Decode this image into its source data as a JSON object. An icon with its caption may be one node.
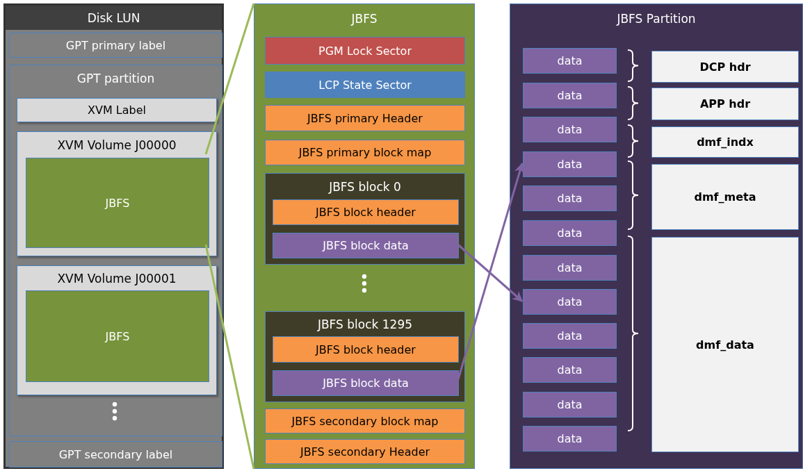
{
  "diagram": {
    "nodes": [
      {
        "text": [
          "Disk LUN"
        ]
      },
      {
        "text": [
          "GPT primary label"
        ],
        "in": 0
      },
      {
        "text": [
          "GPT partition"
        ],
        "in": 0
      },
      {
        "text": [
          "XVM Label"
        ],
        "in": 2
      },
      {
        "text": [
          "XVM Volume J00000"
        ],
        "in": 2
      },
      {
        "text": [
          "JBFS"
        ],
        "in": 4
      },
      {
        "text": [
          "XVM Volume J00001"
        ],
        "in": 2
      },
      {
        "text": [
          "JBFS"
        ],
        "in": 6
      },
      {
        "text": [
          "GPT secondary label"
        ],
        "in": 0
      },
      {
        "text": [
          "JBFS"
        ]
      },
      {
        "text": [
          "PGM Lock Sector"
        ],
        "in": 9
      },
      {
        "text": [
          "LCP State Sector"
        ],
        "in": 9
      },
      {
        "text": [
          "JBFS primary Header"
        ],
        "in": 9
      },
      {
        "text": [
          "JBFS primary block map"
        ],
        "in": 9
      },
      {
        "text": [
          "JBFS block 0"
        ],
        "in": 9
      },
      {
        "text": [
          "JBFS block header"
        ],
        "in": 14
      },
      {
        "text": [
          "JBFS block data"
        ],
        "in": 14
      },
      {
        "text": [
          "JBFS block 1295"
        ],
        "in": 9
      },
      {
        "text": [
          "JBFS block header"
        ],
        "in": 17
      },
      {
        "text": [
          "JBFS block data"
        ],
        "in": 17
      },
      {
        "text": [
          "JBFS secondary block map"
        ],
        "in": 9
      },
      {
        "text": [
          "JBFS secondary Header"
        ],
        "in": 9
      },
      {
        "text": [
          "JBFS Partition"
        ]
      },
      {
        "text": [
          "data"
        ],
        "in": 22
      },
      {
        "text": [
          "data"
        ],
        "in": 22
      },
      {
        "text": [
          "data"
        ],
        "in": 22
      },
      {
        "text": [
          "data"
        ],
        "in": 22
      },
      {
        "text": [
          "data"
        ],
        "in": 22
      },
      {
        "text": [
          "data"
        ],
        "in": 22
      },
      {
        "text": [
          "data"
        ],
        "in": 22
      },
      {
        "text": [
          "data"
        ],
        "in": 22
      },
      {
        "text": [
          "data"
        ],
        "in": 22
      },
      {
        "text": [
          "data"
        ],
        "in": 22
      },
      {
        "text": [
          "data"
        ],
        "in": 22
      },
      {
        "text": [
          "data"
        ],
        "in": 22
      },
      {
        "text": [
          "DCP hdr"
        ],
        "in": 22
      },
      {
        "text": [
          "APP hdr"
        ],
        "in": 22
      },
      {
        "text": [
          "dmf_indx"
        ],
        "in": 22
      },
      {
        "text": [
          "dmf_meta"
        ],
        "in": 22
      },
      {
        "text": [
          "dmf_data"
        ],
        "in": 22
      }
    ],
    "edges": [
      {
        "from": 5,
        "to": 9,
        "arrow": "none",
        "color": "#9bbb59"
      },
      {
        "from": 5,
        "to": 9,
        "arrow": "none",
        "color": "#9bbb59"
      },
      {
        "from": 16,
        "to": 30,
        "arrow": "to",
        "color": "#8064a2"
      },
      {
        "from": 19,
        "to": 26,
        "arrow": "to",
        "color": "#8064a2"
      }
    ]
  }
}
